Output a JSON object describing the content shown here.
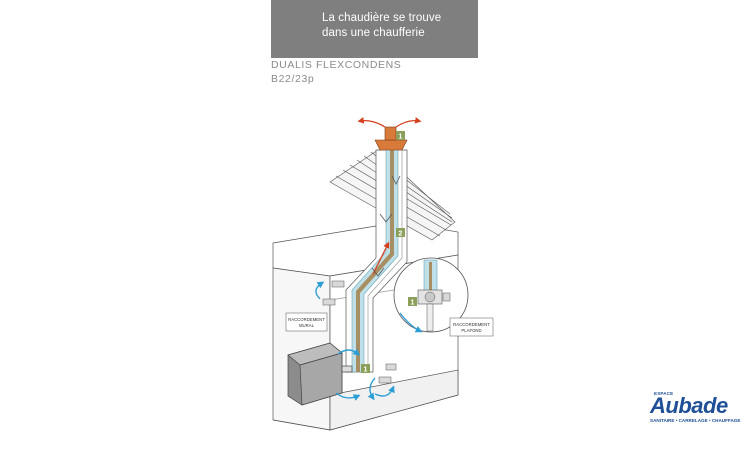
{
  "header": {
    "line1": "La chaudière se trouve",
    "line2": "dans une chaufferie"
  },
  "product": {
    "name": "DUALIS FLEXCONDENS",
    "code": "B22/23p"
  },
  "diagram": {
    "markers": {
      "top": "1",
      "middle": "2",
      "detail": "1",
      "bottom": "1"
    },
    "labels": {
      "wall_line1": "RACCORDEMENT",
      "wall_line2": "MURAL",
      "ceiling_line1": "RACCORDEMENT",
      "ceiling_line2": "PLAFOND"
    }
  },
  "logo": {
    "small": "ESPACE",
    "main": "Aubade",
    "tagline": "SANITAIRE • CARRELAGE • CHAUFFAGE"
  },
  "colors": {
    "header_bg": "#807f7f",
    "marker": "#8ba05b",
    "flue": "#bfe0e8",
    "arrow_red": "#d5401e",
    "arrow_blue": "#2e9fd6",
    "brand": "#1f4f96"
  }
}
